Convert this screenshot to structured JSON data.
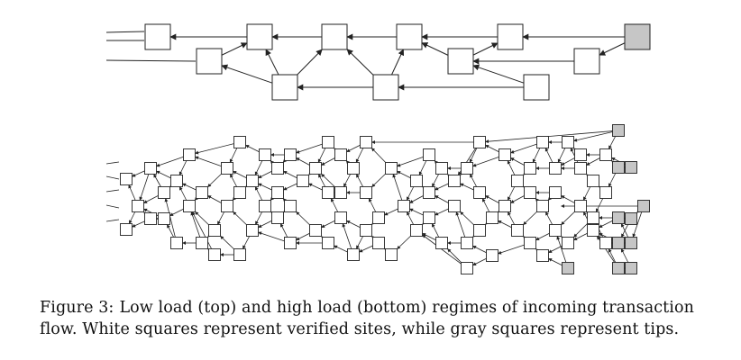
{
  "figure": {
    "colors": {
      "verified": "#ffffff",
      "tip": "#c6c6c6",
      "stroke": "#222222",
      "edge": "#222222"
    }
  },
  "caption": {
    "label": "Figure 3:",
    "line1_text": "Low load (top) and high load (bottom) regimes of incoming transaction",
    "line2_text": "flow. White squares represent verified sites, while gray squares represent tips."
  }
}
